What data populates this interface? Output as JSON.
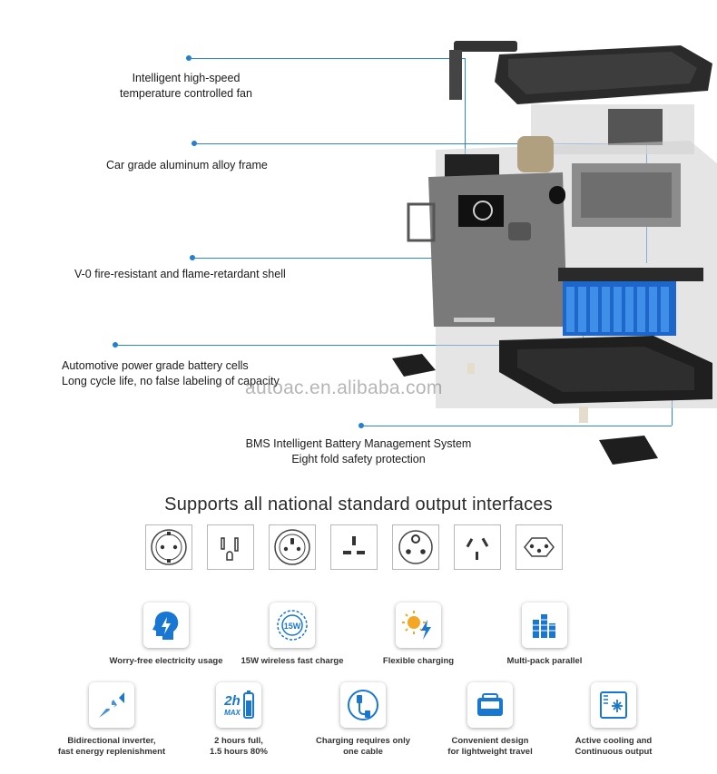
{
  "callouts": [
    {
      "id": "fan",
      "lines": [
        "Intelligent high-speed",
        "temperature controlled fan"
      ]
    },
    {
      "id": "frame",
      "lines": [
        "Car grade aluminum alloy frame"
      ]
    },
    {
      "id": "shell",
      "lines": [
        "V-0 fire-resistant and flame-retardant shell"
      ]
    },
    {
      "id": "cells",
      "lines": [
        "Automotive power grade battery cells",
        "Long cycle life, no false labeling of capacity"
      ]
    },
    {
      "id": "bms",
      "lines": [
        "BMS Intelligent Battery Management System",
        "Eight fold safety protection"
      ]
    }
  ],
  "watermark": "autoac.en.alibaba.com",
  "heading": "Supports all national standard output interfaces",
  "sockets": [
    "eu-schuko-socket",
    "us-socket",
    "french-socket",
    "uk-socket",
    "indian-socket",
    "australian-socket",
    "swiss-socket"
  ],
  "features_row1": [
    {
      "icon": "head-lightning-icon",
      "lines": [
        "Worry-free electricity usage"
      ]
    },
    {
      "icon": "wireless-charge-icon",
      "badge": "15W",
      "lines": [
        "15W wireless fast charge"
      ]
    },
    {
      "icon": "sun-lightning-icon",
      "lines": [
        "Flexible charging"
      ]
    },
    {
      "icon": "parallel-packs-icon",
      "lines": [
        "Multi-pack parallel"
      ]
    }
  ],
  "features_row2": [
    {
      "icon": "inverter-arrow-icon",
      "lines": [
        "Bidirectional inverter,",
        "fast energy replenishment"
      ]
    },
    {
      "icon": "fast-charge-time-icon",
      "badge": "2h",
      "badge2": "MAX",
      "lines": [
        "2 hours full,",
        "1.5 hours 80%"
      ]
    },
    {
      "icon": "single-cable-icon",
      "lines": [
        "Charging requires only",
        "one cable"
      ]
    },
    {
      "icon": "portable-device-icon",
      "lines": [
        "Convenient design",
        "for lightweight travel"
      ]
    },
    {
      "icon": "cooling-fan-icon",
      "lines": [
        "Active cooling and",
        "Continuous output"
      ]
    }
  ],
  "colors": {
    "accent": "#1f7fd0",
    "text": "#1a1a1a",
    "icon_blue": "#1877d2"
  }
}
